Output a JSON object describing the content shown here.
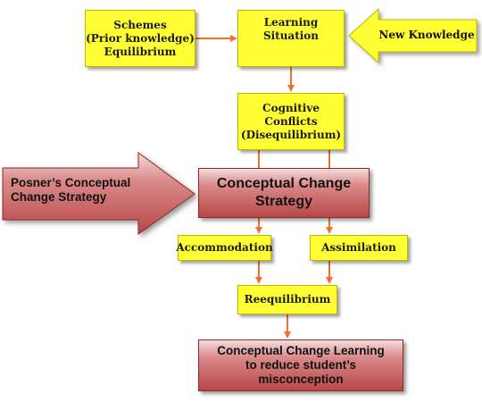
{
  "diagram": {
    "nodes": {
      "schemes": "Schemes\n(Prior knowledge)\nEquilibrium",
      "learning_situation": "Learning\nSituation",
      "new_knowledge": "New Knowledge",
      "cognitive_conflicts": "Cognitive\nConflicts\n(Disequilibrium)",
      "posner_strategy": "Posner’s Conceptual\nChange Strategy",
      "conceptual_change_strategy": "Conceptual Change\nStrategy",
      "accommodation": "Accommodation",
      "assimilation": "Assimilation",
      "reequilibrium": "Reequilibrium",
      "conceptual_change_learning": "Conceptual Change Learning\nto reduce student’s\nmisconception"
    },
    "colors": {
      "box_yellow": "#ffff33",
      "box_red": "#b84848",
      "arrow_orange": "#f07030"
    }
  }
}
